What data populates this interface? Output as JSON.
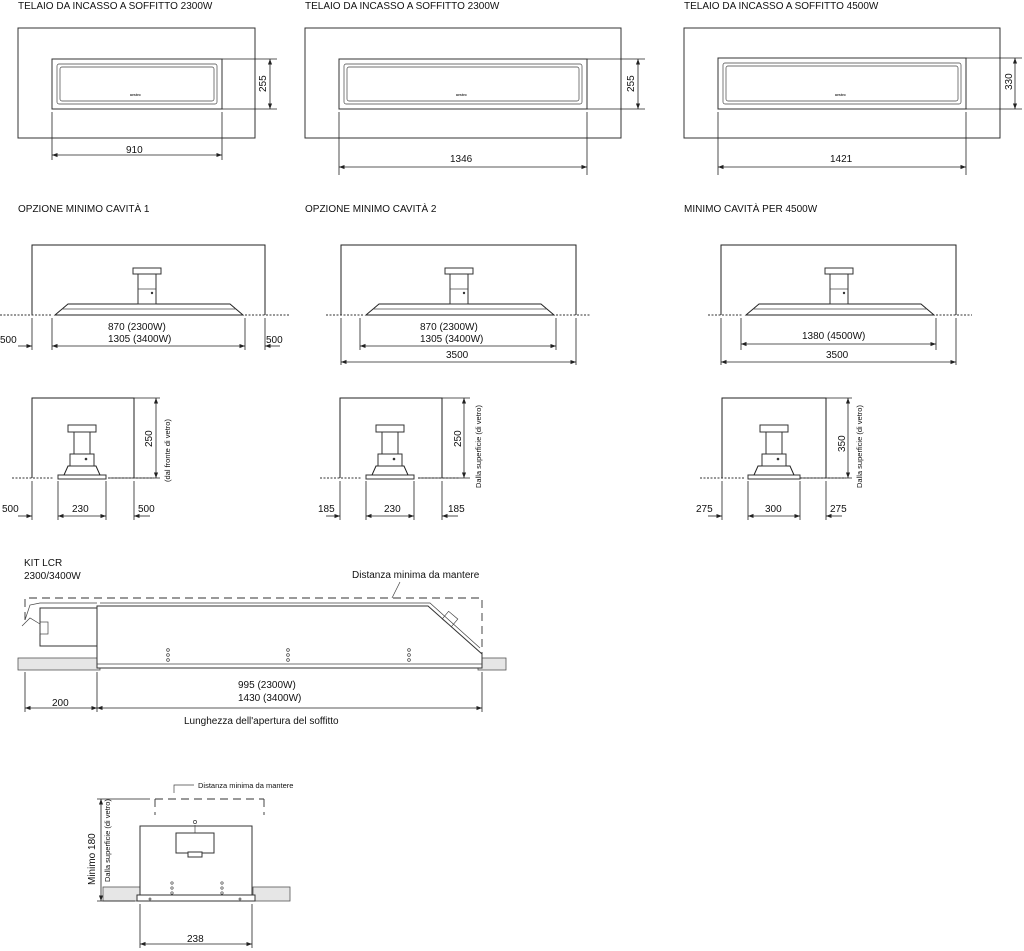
{
  "frames": {
    "frame_1": {
      "title": "TELAIO DA INCASSO A SOFFITTO 2300W",
      "width": "910",
      "height": "255",
      "brand": "aestec"
    },
    "frame_2": {
      "title": "TELAIO DA INCASSO A SOFFITTO 2300W",
      "width": "1346",
      "height": "255",
      "brand": "aestec"
    },
    "frame_3": {
      "title": "TELAIO DA INCASSO A SOFFITTO 4500W",
      "width": "1421",
      "height": "330",
      "brand": "aestec"
    }
  },
  "cavity": {
    "option_1": {
      "title": "OPZIONE MINIMO CAVITÀ 1",
      "left": "500",
      "right": "500",
      "line1": "870 (2300W)",
      "line2": "1305 (3400W)"
    },
    "option_2": {
      "title": "OPZIONE MINIMO CAVITÀ 2",
      "line1": "870 (2300W)",
      "line2": "1305 (3400W)",
      "total": "3500"
    },
    "option_3": {
      "title": "MINIMO CAVITÀ PER 4500W",
      "line1": "1380 (4500W)",
      "total": "3500"
    }
  },
  "side": {
    "side_1": {
      "height": "250",
      "note": "(dal fronte di vetro)",
      "left": "500",
      "mid": "230",
      "right": "500"
    },
    "side_2": {
      "height": "250",
      "note": "Dalla superficie (di vetro)",
      "left": "185",
      "mid": "230",
      "right": "185"
    },
    "side_3": {
      "height": "350",
      "note": "Dalla superficie (di vetro)",
      "left": "275",
      "mid": "300",
      "right": "275"
    }
  },
  "kit": {
    "title": "KIT LCR",
    "subtitle": "2300/3400W",
    "mantel_label": "Distanza minima da mantere",
    "offset": "200",
    "line1": "995 (2300W)",
    "line2": "1430 (3400W)",
    "opening_label": "Lunghezza dell'apertura del soffitto"
  },
  "end_view": {
    "mantel_label": "Distanza minima da mantere",
    "min_label": "Minimo 180",
    "min_note": "Dalla superficie (di vetro)",
    "width": "238"
  }
}
